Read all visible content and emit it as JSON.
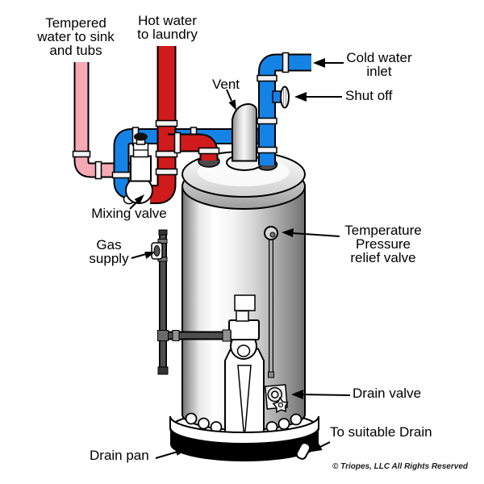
{
  "labels": {
    "tempered": {
      "lines": [
        "Tempered",
        "water to sink",
        "and tubs"
      ]
    },
    "hot_laundry": {
      "lines": [
        "Hot water",
        "to laundry"
      ]
    },
    "cold_inlet": {
      "lines": [
        "Cold water",
        "inlet"
      ]
    },
    "shut_off": {
      "text": "Shut off"
    },
    "vent": {
      "text": "Vent"
    },
    "mixing_valve": {
      "text": "Mixing valve"
    },
    "gas_supply": {
      "lines": [
        "Gas",
        "supply"
      ]
    },
    "tpr": {
      "lines": [
        "Temperature",
        "Pressure",
        "relief valve"
      ]
    },
    "drain_valve": {
      "text": "Drain valve"
    },
    "to_drain": {
      "text": "To suitable Drain"
    },
    "drain_pan": {
      "text": "Drain pan"
    },
    "copyright": {
      "text": "© Triopes, LLC All Rights Reserved"
    }
  },
  "colors": {
    "hot_pipe": "#cf1b1b",
    "cold_pipe": "#1583e6",
    "tempered_pipe": "#f4a9b3",
    "gas_pipe": "#4f4f4f",
    "outline": "#000000",
    "background": "#ffffff"
  }
}
